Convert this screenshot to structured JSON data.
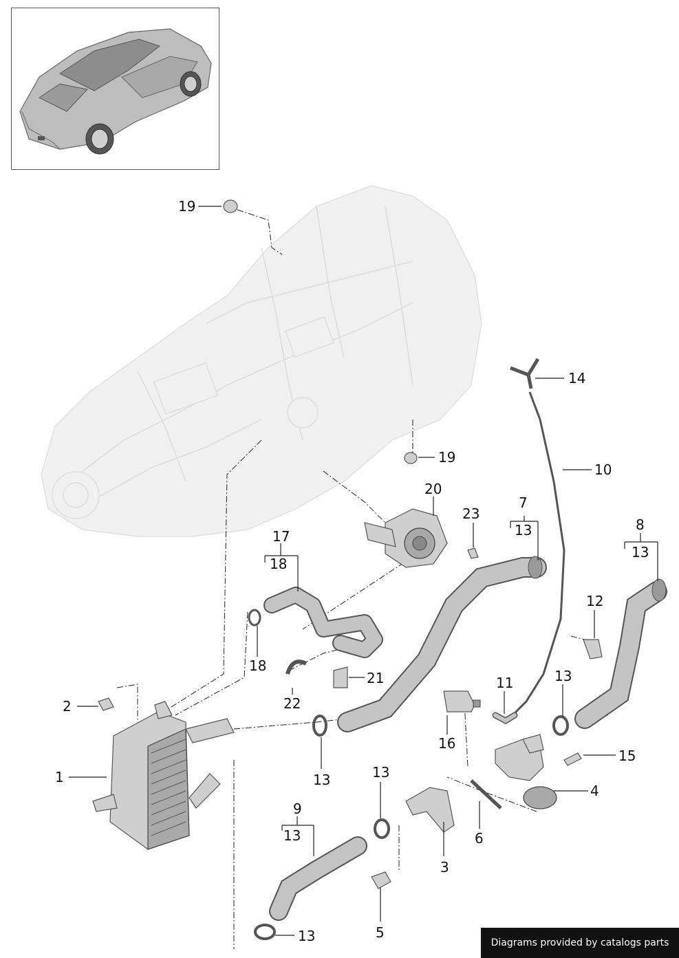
{
  "footer": {
    "text": "Diagrams provided by catalogs parts"
  },
  "callouts": [
    {
      "id": "c19a",
      "label": "19"
    },
    {
      "id": "c14",
      "label": "14"
    },
    {
      "id": "c19b",
      "label": "19"
    },
    {
      "id": "c10",
      "label": "10"
    },
    {
      "id": "c20",
      "label": "20"
    },
    {
      "id": "c7",
      "label": "7"
    },
    {
      "id": "c7_13",
      "label": "13"
    },
    {
      "id": "c23",
      "label": "23"
    },
    {
      "id": "c8",
      "label": "8"
    },
    {
      "id": "c8_13",
      "label": "13"
    },
    {
      "id": "c17",
      "label": "17"
    },
    {
      "id": "c17_18",
      "label": "18"
    },
    {
      "id": "c12",
      "label": "12"
    },
    {
      "id": "c18",
      "label": "18"
    },
    {
      "id": "c21",
      "label": "21"
    },
    {
      "id": "c22",
      "label": "22"
    },
    {
      "id": "c11",
      "label": "11"
    },
    {
      "id": "c13a",
      "label": "13"
    },
    {
      "id": "c2",
      "label": "2"
    },
    {
      "id": "c16",
      "label": "16"
    },
    {
      "id": "c15",
      "label": "15"
    },
    {
      "id": "c1",
      "label": "1"
    },
    {
      "id": "c13b",
      "label": "13"
    },
    {
      "id": "c13c",
      "label": "13"
    },
    {
      "id": "c4",
      "label": "4"
    },
    {
      "id": "c9",
      "label": "9"
    },
    {
      "id": "c9_13",
      "label": "13"
    },
    {
      "id": "c6",
      "label": "6"
    },
    {
      "id": "c3",
      "label": "3"
    },
    {
      "id": "c5",
      "label": "5"
    },
    {
      "id": "c13d",
      "label": "13"
    }
  ]
}
